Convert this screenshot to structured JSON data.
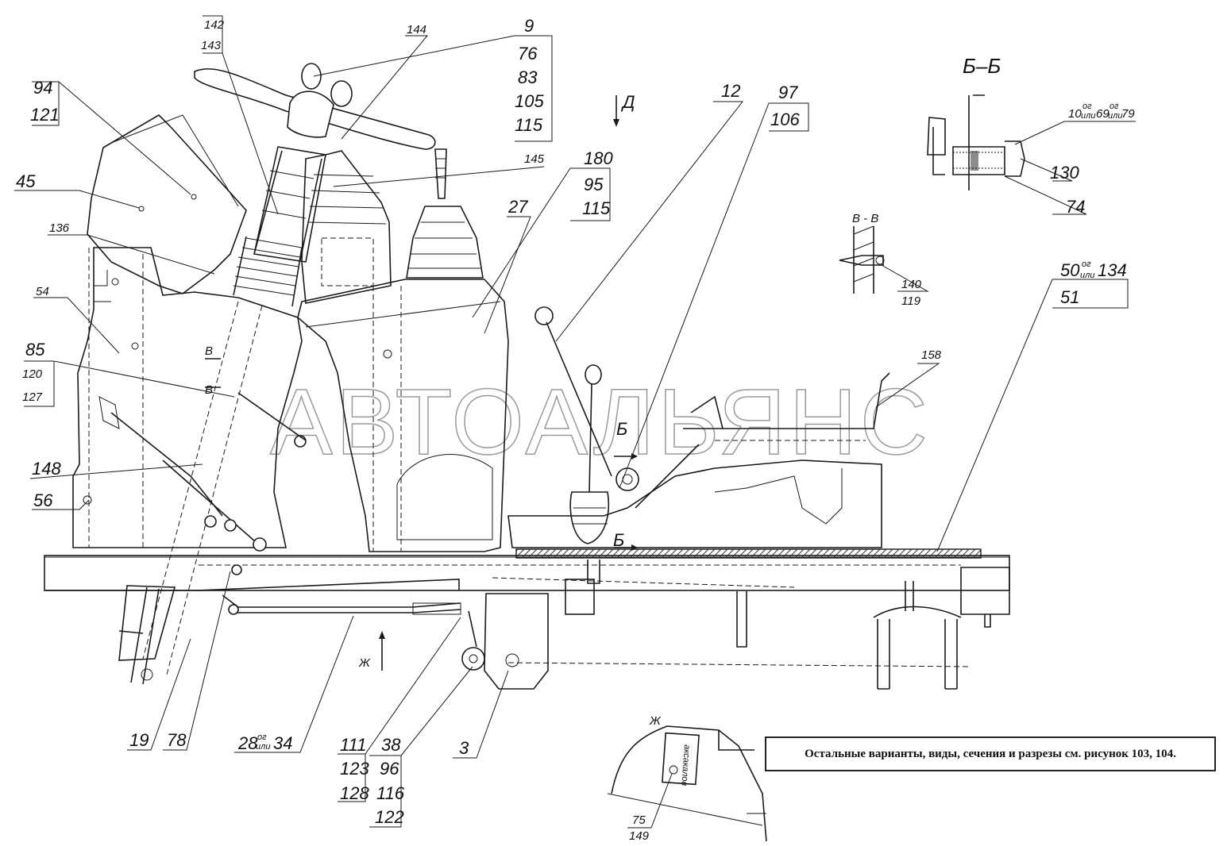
{
  "watermark": "АВТОАЛЬЯНС",
  "note": "Остальные варианты, виды, сечения и разрезы см. рисунок 103, 104.",
  "section_titles": {
    "bb": "Б–Б",
    "vv": "В - В",
    "view_d": "Д",
    "view_zh": "Ж",
    "inset_zh": "Ж",
    "mark_b1": "Б",
    "mark_b2": "Б",
    "mark_v1": "В",
    "mark_v2": "В"
  },
  "callouts": {
    "c94": "94",
    "c121": "121",
    "c45": "45",
    "c136": "136",
    "c54": "54",
    "c85": "85",
    "c120": "120",
    "c127": "127",
    "c148": "148",
    "c56": "56",
    "c142": "142",
    "c143": "143",
    "c144": "144",
    "c9": "9",
    "c76": "76",
    "c83": "83",
    "c105": "105",
    "c115a": "115",
    "c145": "145",
    "c180": "180",
    "c95": "95",
    "c115b": "115",
    "c27": "27",
    "c12": "12",
    "c97": "97",
    "c106": "106",
    "c158": "158",
    "c50": "50",
    "c50_sup": "ог",
    "c50_or": "или",
    "c134": "134",
    "c51": "51",
    "c10": "10",
    "c10_or1": "ог",
    "c10_or2": "или",
    "c69": "69",
    "c69_or1": "ог",
    "c69_or2": "или",
    "c79": "79",
    "c130": "130",
    "c74": "74",
    "c140": "140",
    "c119": "119",
    "c19": "19",
    "c78": "78",
    "c28": "28",
    "c28_or1": "ог",
    "c28_or2": "или",
    "c34": "34",
    "c111": "111",
    "c123": "123",
    "c128": "128",
    "c38": "38",
    "c96": "96",
    "c116": "116",
    "c122": "122",
    "c3": "3",
    "c75": "75",
    "c149": "149"
  }
}
